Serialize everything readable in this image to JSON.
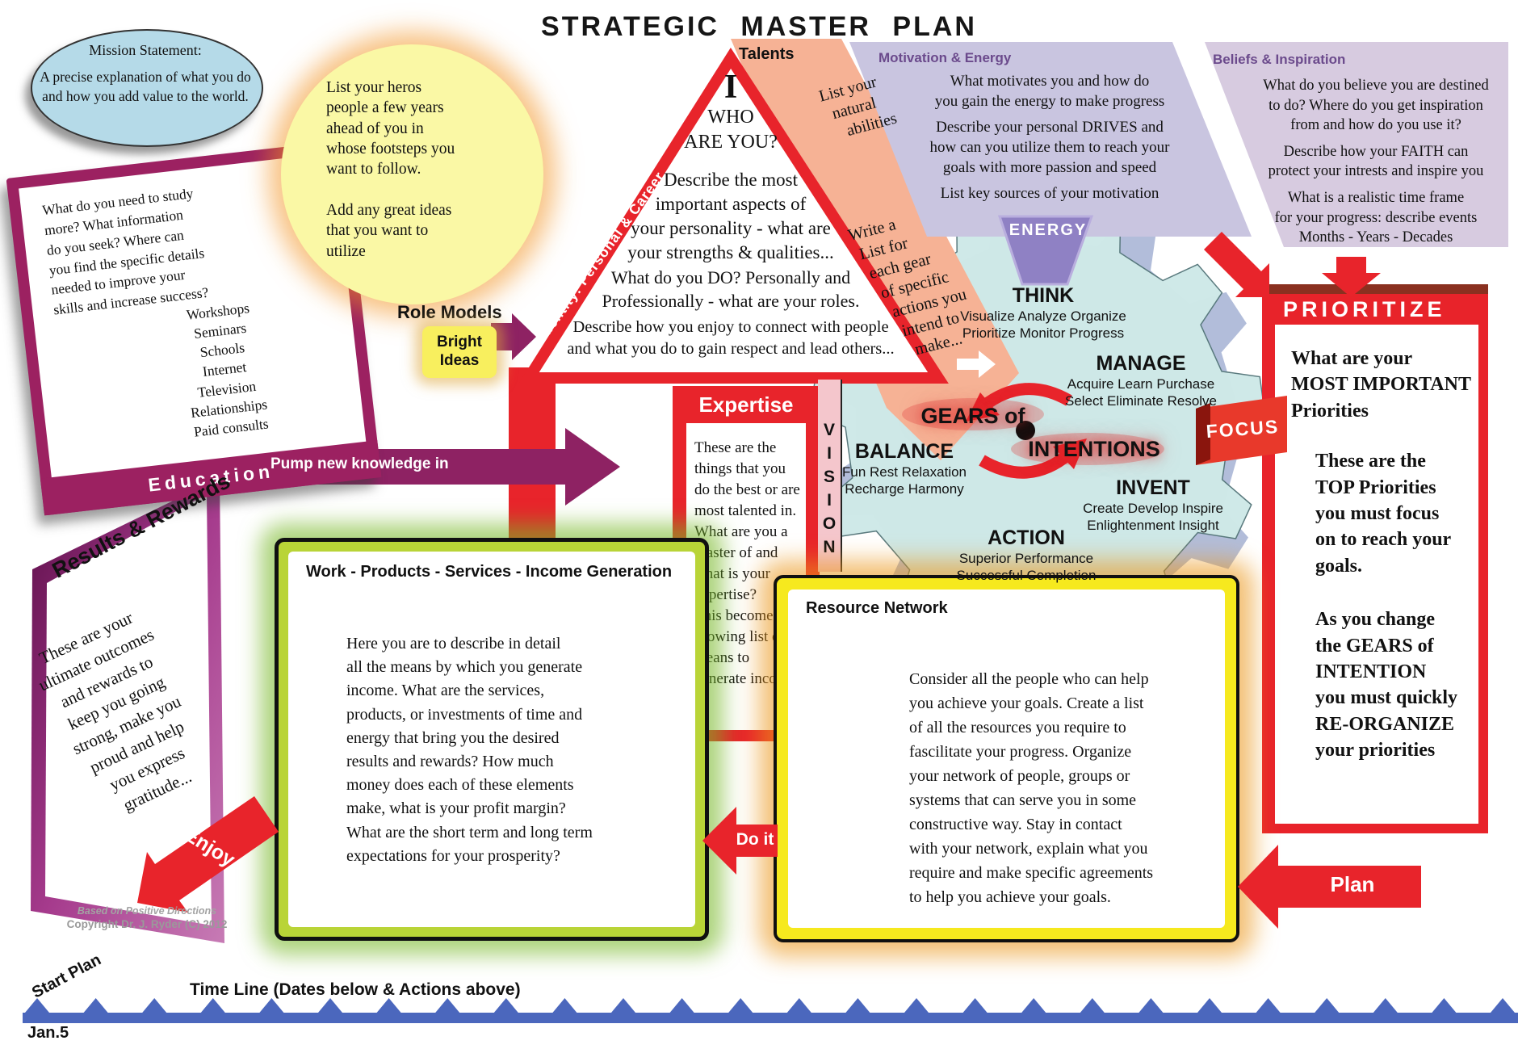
{
  "title": "STRATEGIC  MASTER  PLAN",
  "mission": {
    "heading": "Mission Statement:",
    "body": "A precise explanation of what you do\nand how you add value to the world."
  },
  "education": {
    "body": "What do you need to  study\nmore?  What information\ndo you seek?  Where can\nyou find the specific details\nneeded to improve your\nskills and increase success?",
    "items": [
      "Workshops",
      "Seminars",
      "Schools",
      "Internet",
      "Television",
      "Relationships",
      "Paid consults"
    ],
    "label": "Education",
    "arrow_label": "Pump new knowledge in"
  },
  "role_models": {
    "body": "List your heros\npeople a few years\nahead of you in\nwhose footsteps you\nwant to follow.\n\nAdd any great ideas\nthat you  want to\nutilize",
    "label": "Role Models",
    "bright": "Bright\nIdeas"
  },
  "identity": {
    "band_label": "Talents",
    "natural": [
      "List your",
      "natural",
      "abilities"
    ],
    "edge_label": "Identity:  Personal & Career",
    "i": "I",
    "who": "WHO\nARE YOU?",
    "p1": "Describe the most\nimportant aspects of",
    "p2": "your personality - what are\nyour strengths & qualities...",
    "p3": "What do you DO? Personally and\nProfessionally - what are your roles.",
    "p4": "Describe how you enjoy to connect with people\nand what you do to gain respect and lead others...",
    "write_list": [
      "Write a",
      "List for",
      "each gear",
      "of specific",
      "actions you",
      "intend to",
      "make..."
    ]
  },
  "motivation": {
    "heading": "Motivation & Energy",
    "p1": "What motivates you and how do\nyou gain the energy to make progress",
    "p2": "Describe your personal DRIVES and\nhow can you utilize them to reach your\ngoals with more passion and speed",
    "p3": "List key sources of your motivation"
  },
  "beliefs": {
    "heading": "Beliefs & Inspiration",
    "p1": "What do you believe you are destined\nto do?  Where do you get inspiration\nfrom and how do you use it?",
    "p2": "Describe how your FAITH can\nprotect your intrests and inspire you",
    "p3": "What is a realistic time frame\nfor your progress: describe events\nMonths - Years - Decades"
  },
  "gears": {
    "energy": "ENERGY",
    "center1": "GEARS of",
    "center2": "INTENTIONS",
    "focus": "FOCUS",
    "nodes": [
      {
        "name": "THINK",
        "desc": "Visualize Analyze Organize\nPrioritize Monitor Progress"
      },
      {
        "name": "MANAGE",
        "desc": "Acquire Learn Purchase\nSelect Eliminate Resolve"
      },
      {
        "name": "BALANCE",
        "desc": "Fun Rest Relaxation\nRecharge Harmony"
      },
      {
        "name": "INVENT",
        "desc": "Create Develop Inspire\nEnlightenment Insight"
      },
      {
        "name": "ACTION",
        "desc": "Superior Performance\nSuccessful Completion"
      }
    ]
  },
  "vision": {
    "letters": [
      "V",
      "I",
      "S",
      "I",
      "O",
      "N"
    ]
  },
  "expertise": {
    "heading": "Expertise",
    "body": "These are the\nthings that you\ndo the best or are\nmost talented in.\nWhat are you a\nmaster of and\nwhat is your\nexpertise?\nThis becomes a\ngrowing list of\nmeans to\ngenerate income"
  },
  "prioritize": {
    "heading": "PRIORITIZE",
    "p1": "What are your\nMOST  IMPORTANT\nPriorities",
    "p2": "These are the\nTOP Priorities\nyou must focus\non to reach your\ngoals.",
    "p3": "As you change\nthe GEARS of\nINTENTION\nyou must quickly\nRE-ORGANIZE\nyour priorities"
  },
  "work": {
    "heading": "Work - Products - Services - Income Generation",
    "body": "Here you are to describe in detail\nall the means by which you generate\nincome.  What are the services,\nproducts, or investments of time and\nenergy that bring you the desired\nresults and rewards?   How much\nmoney does each of these elements\nmake, what is your profit margin?\nWhat are the short term and long term\nexpectations for your prosperity?"
  },
  "resource": {
    "heading": "Resource Network",
    "body": "Consider all the people who can help\nyou achieve your goals.  Create a list\nof all the resources you require to\nfascilitate your progress.  Organize\nyour network of people, groups or\nsystems that can serve you in some\nconstructive  way.  Stay in contact\nwith your network, explain what you\nrequire and make specific agreements\nto help you achieve your goals."
  },
  "results": {
    "label": "Results & Rewards",
    "body": "These are your\nultimate outcomes\nand rewards to\nkeep you going\nstrong, make you\nproud and help\nyou express\ngratitude..."
  },
  "arrows": {
    "enjoy": "Enjoy",
    "do_it": "Do it",
    "plan": "Plan"
  },
  "credits": {
    "line1": "Based on Positive Directions",
    "line2": "Copyright Dr. J. Ryder (C) 2012"
  },
  "timeline": {
    "start": "Start Plan",
    "label": "Time Line   (Dates below & Actions above)",
    "date": "Jan.5"
  },
  "colors": {
    "accent_red": "#e8242b",
    "magenta": "#9c2161",
    "gear_blue": "#cfe9e8",
    "timeline_blue": "#4b67bd"
  }
}
